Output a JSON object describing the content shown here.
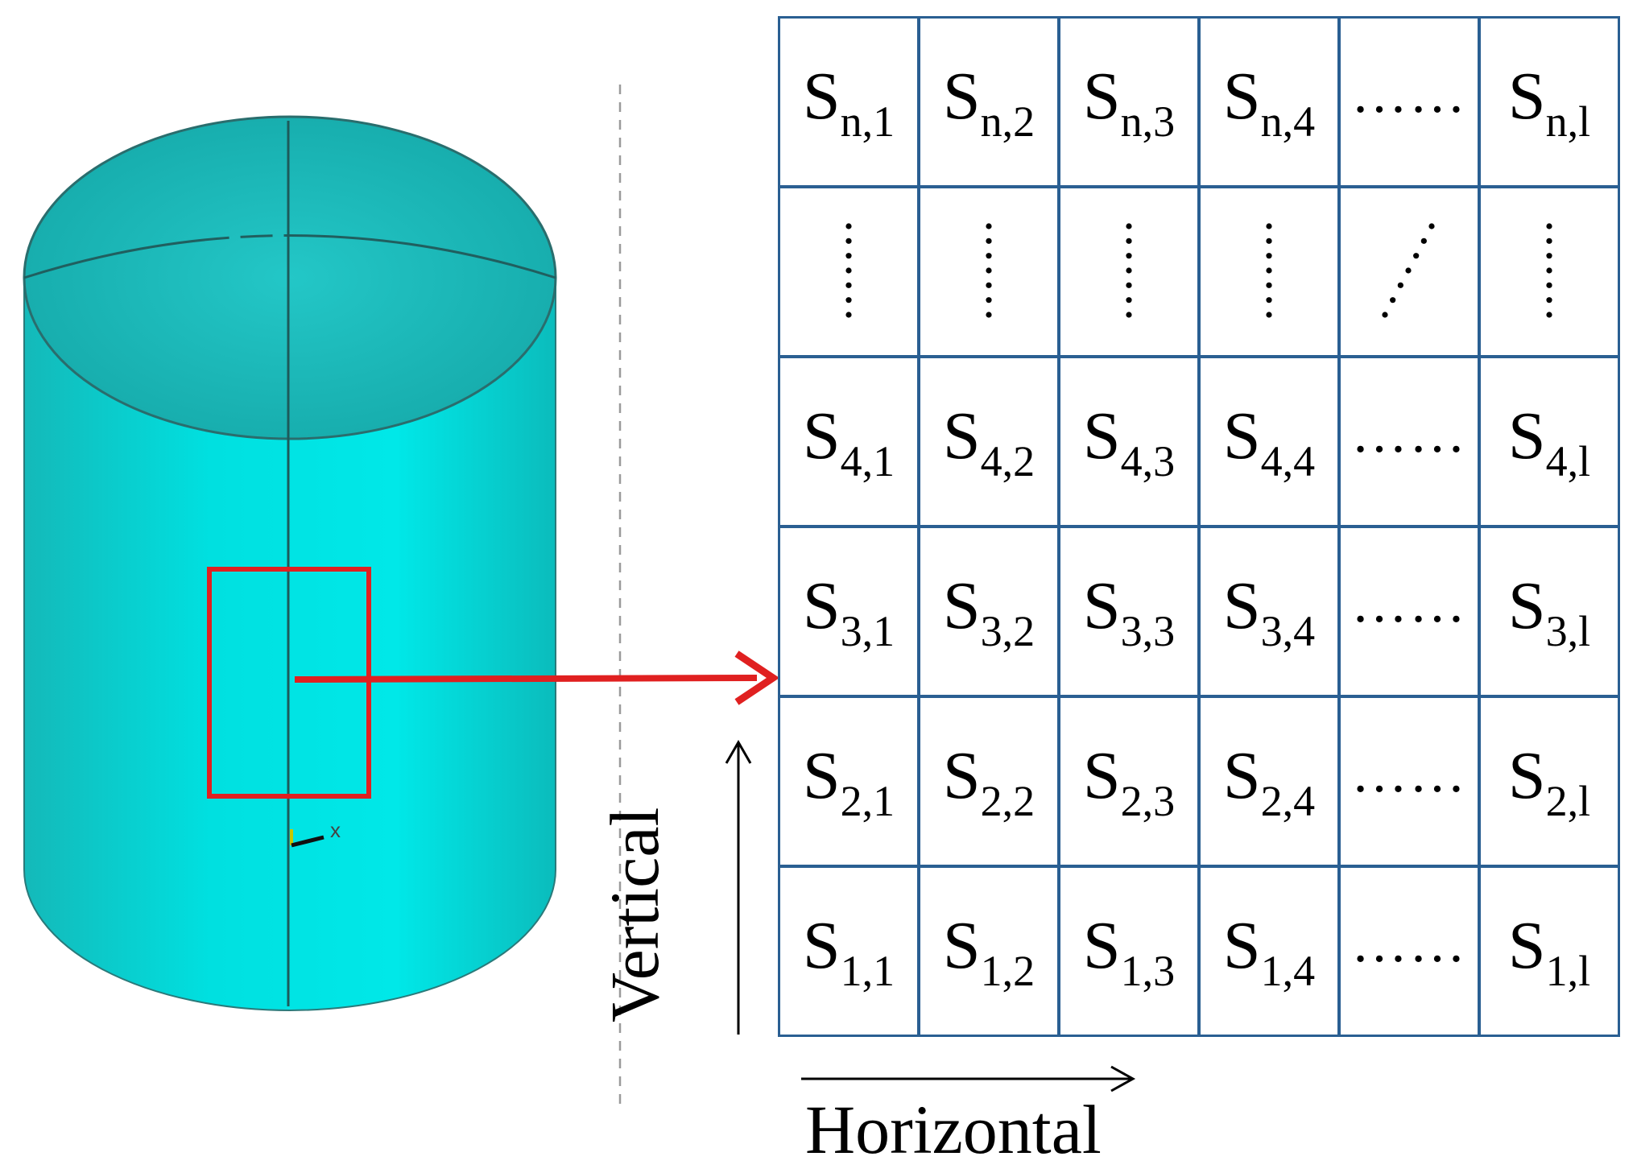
{
  "cylinder": {
    "colors": {
      "body": "#00d8d8",
      "edge": "#2a6d6d",
      "box": "#e02020",
      "arrow": "#e02020"
    },
    "triad_label": "x"
  },
  "axes": {
    "horizontal": "Horizontal",
    "vertical": "Vertical"
  },
  "grid": {
    "border_color": "#2a5f92",
    "rows": [
      [
        {
          "base": "S",
          "sub": "n,1"
        },
        {
          "base": "S",
          "sub": "n,2"
        },
        {
          "base": "S",
          "sub": "n,3"
        },
        {
          "base": "S",
          "sub": "n,4"
        },
        {
          "dots": "……"
        },
        {
          "base": "S",
          "sub": "n,l"
        }
      ],
      [
        {
          "vdots": true
        },
        {
          "vdots": true
        },
        {
          "vdots": true
        },
        {
          "vdots": true
        },
        {
          "ddots": true
        },
        {
          "vdots": true
        }
      ],
      [
        {
          "base": "S",
          "sub": "4,1"
        },
        {
          "base": "S",
          "sub": "4,2"
        },
        {
          "base": "S",
          "sub": "4,3"
        },
        {
          "base": "S",
          "sub": "4,4"
        },
        {
          "dots": "……"
        },
        {
          "base": "S",
          "sub": "4,l"
        }
      ],
      [
        {
          "base": "S",
          "sub": "3,1"
        },
        {
          "base": "S",
          "sub": "3,2"
        },
        {
          "base": "S",
          "sub": "3,3"
        },
        {
          "base": "S",
          "sub": "3,4"
        },
        {
          "dots": "……"
        },
        {
          "base": "S",
          "sub": "3,l"
        }
      ],
      [
        {
          "base": "S",
          "sub": "2,1"
        },
        {
          "base": "S",
          "sub": "2,2"
        },
        {
          "base": "S",
          "sub": "2,3"
        },
        {
          "base": "S",
          "sub": "2,4"
        },
        {
          "dots": "……"
        },
        {
          "base": "S",
          "sub": "2,l"
        }
      ],
      [
        {
          "base": "S",
          "sub": "1,1"
        },
        {
          "base": "S",
          "sub": "1,2"
        },
        {
          "base": "S",
          "sub": "1,3"
        },
        {
          "base": "S",
          "sub": "1,4"
        },
        {
          "dots": "……"
        },
        {
          "base": "S",
          "sub": "1,l"
        }
      ]
    ]
  }
}
